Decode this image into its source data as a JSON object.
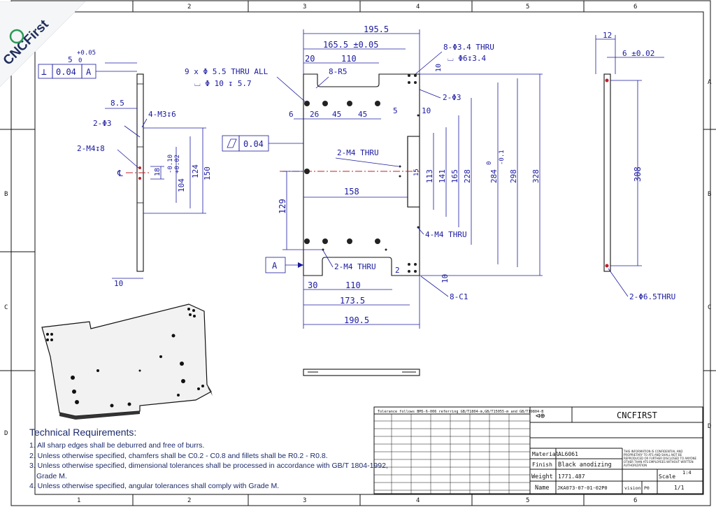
{
  "brand": {
    "logo_text": "CNCFirst"
  },
  "zones": {
    "cols": [
      "1",
      "2",
      "3",
      "4",
      "5",
      "6"
    ],
    "rows": [
      "A",
      "B",
      "C",
      "D"
    ]
  },
  "side_view": {
    "perp_symbol": "⊥",
    "perp_value": "0.04",
    "perp_datum": "A",
    "tol_upper": "+0.05",
    "tol_lower": "0",
    "dim_5": "5",
    "dim_8_5": "8.5",
    "note_4m3": "4-M3↧6",
    "note_2phi3": "2-Φ3",
    "note_2m4": "2-M4↧8",
    "cl": "℄",
    "dim_18": "18",
    "tol_pm": "-0.10 / +0.02",
    "tol_pm_a": "-0.10",
    "tol_pm_b": "+0.02",
    "dim_104": "104",
    "dim_124": "124",
    "dim_150": "150",
    "dim_10": "10"
  },
  "main_view": {
    "dim_195_5": "195.5",
    "dim_165_5": "165.5 ±0.05",
    "dim_20": "20",
    "dim_110_top": "110",
    "holes_9x": "9 x Φ 5.5 THRU ALL",
    "cbore": "⌴ Φ 10 ↧ 5.7",
    "note_8r5": "8-R5",
    "note_8phi34": "8-Φ3.4 THRU",
    "note_phi6": "⌴ Φ6↧3.4",
    "dim_10_top": "10",
    "note_2phi3": "2-Φ3",
    "dim_6": "6",
    "dim_26": "26",
    "dim_45a": "45",
    "dim_45b": "45",
    "dim_5": "5",
    "dim_10_r": "10",
    "flat_value": "0.04",
    "note_2m4": "2-M4 THRU",
    "dim_15": "15",
    "dim_158": "158",
    "dim_113": "113",
    "dim_141": "141",
    "dim_165": "165",
    "dim_228": "228",
    "dim_284": "284",
    "tol_284_a": "0",
    "tol_284_b": "-0.1",
    "dim_298": "298",
    "dim_328": "328",
    "dim_129": "129",
    "note_4m4": "4-M4 THRU",
    "datum_a": "A",
    "note_2m4_b": "2-M4 THRU",
    "dim_2": "2",
    "dim_30": "30",
    "dim_110_bot": "110",
    "dim_10_bot": "10",
    "note_8c1": "8-C1",
    "dim_173_5": "173.5",
    "dim_190_5": "190.5"
  },
  "end_view": {
    "dim_12": "12",
    "dim_6": "6 ±0.02",
    "dim_308": "308",
    "note_2phi65": "2-Φ6.5THRU"
  },
  "tech": {
    "title": "Technical Requirements:",
    "items": [
      "1. All sharp edges shall be deburred and free of burrs.",
      "2. Unless otherwise specified, chamfers shall be C0.2 - C0.8 and fillets shall be R0.2 - R0.8.",
      "3. Unless otherwise specified, dimensional tolerances shall be processed in accordance with GB/T 1804-1992, Grade M.",
      "4. Unless otherwise specified, angular tolerances shall comply with Grade M."
    ]
  },
  "title_block": {
    "tol_header": "Tolerance follows BMS-6-006 referring GB/T1804-m,GB/T15055-m and GB/T19804-B",
    "company": "CNCFIRST",
    "material_label": "Material",
    "material_value": "AL6061",
    "finish_label": "Finish",
    "finish_value": "Black anodizing",
    "weight_label": "Weight",
    "weight_value": "1771.487",
    "scale_label": "Scale",
    "scale_value": "1:4",
    "name_label": "Name",
    "name_value": "JKA073-07-01-02P0",
    "vision_label": "vision",
    "vision_value": "P0",
    "sheet_value": "1/1",
    "confidential": "THIS INFORMATION IS CONFIDENTIAL AND PROPRIETARY TO ATS AND SHALL NOT BE REPRODUCED OR FURTHER DISCLOSED TO ANYONE OTHER THAN ATS EMPLOYEES WITHOUT WRITTEN AUTHORIZATION"
  }
}
